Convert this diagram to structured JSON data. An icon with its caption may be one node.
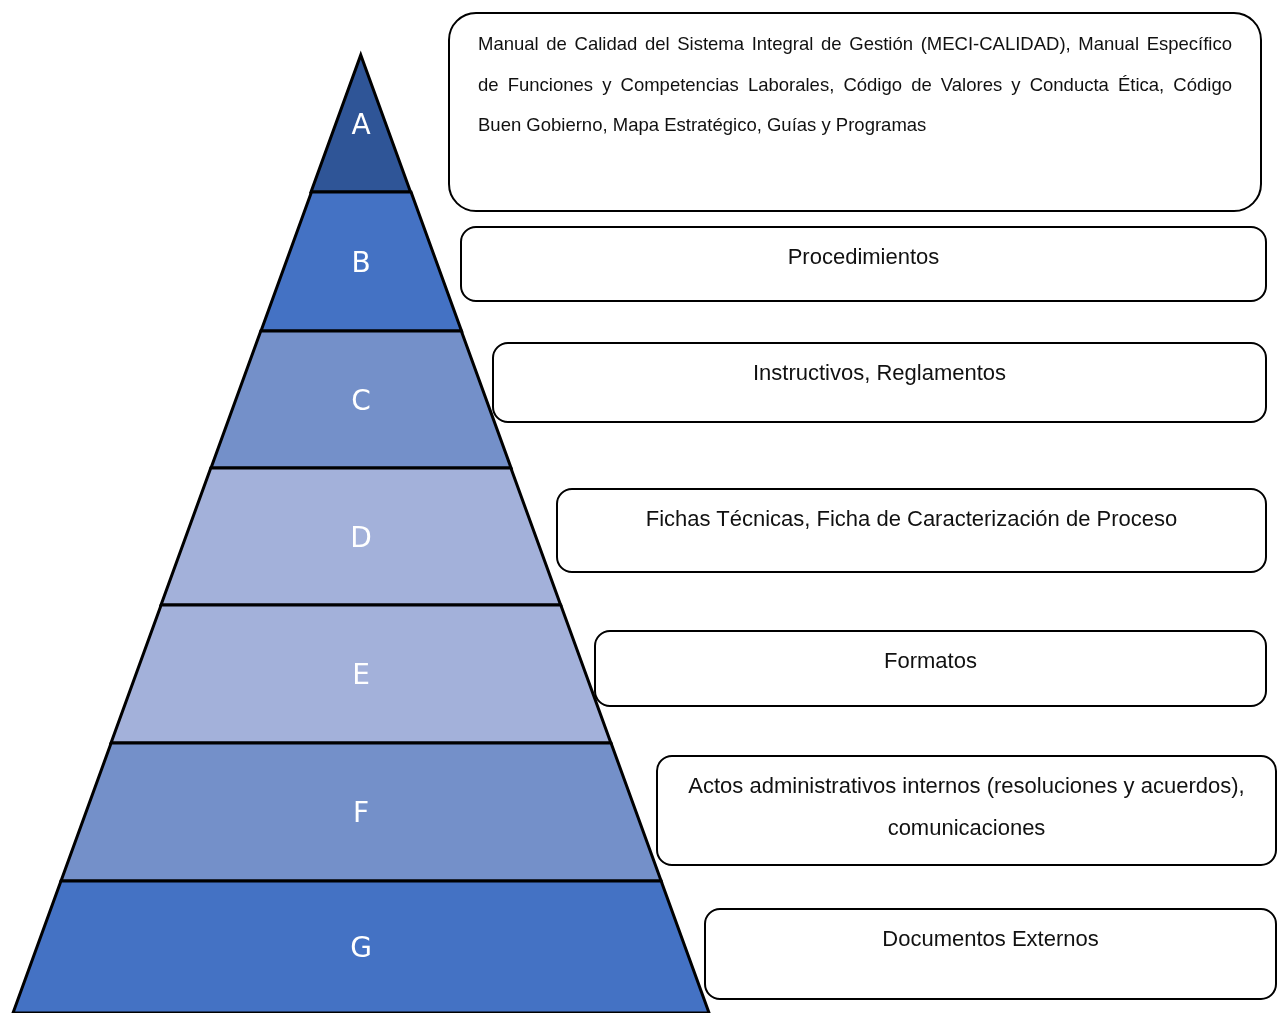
{
  "diagram": {
    "nodes": [
      {
        "text": [
          "A"
        ]
      },
      {
        "text": [
          "B"
        ]
      },
      {
        "text": [
          "C"
        ]
      },
      {
        "text": [
          "D"
        ]
      },
      {
        "text": [
          "E"
        ]
      },
      {
        "text": [
          "F"
        ]
      },
      {
        "text": [
          "G"
        ]
      },
      {
        "text": [
          "Manual de Calidad del Sistema Integral de Gestión (MECI-CALIDAD), Manual Específico de Funciones y Competencias Laborales, Código de Valores y Conducta Ética, Código Buen Gobierno, Mapa Estratégico, Guías y Programas"
        ]
      },
      {
        "text": [
          "Procedimientos"
        ]
      },
      {
        "text": [
          "Instructivos, Reglamentos"
        ]
      },
      {
        "text": [
          "Fichas Técnicas, Ficha de Caracterización de Proceso"
        ]
      },
      {
        "text": [
          "Formatos"
        ]
      },
      {
        "text": [
          "Actos administrativos internos (resoluciones y acuerdos), comunicaciones"
        ]
      },
      {
        "text": [
          "Documentos Externos"
        ]
      }
    ]
  }
}
